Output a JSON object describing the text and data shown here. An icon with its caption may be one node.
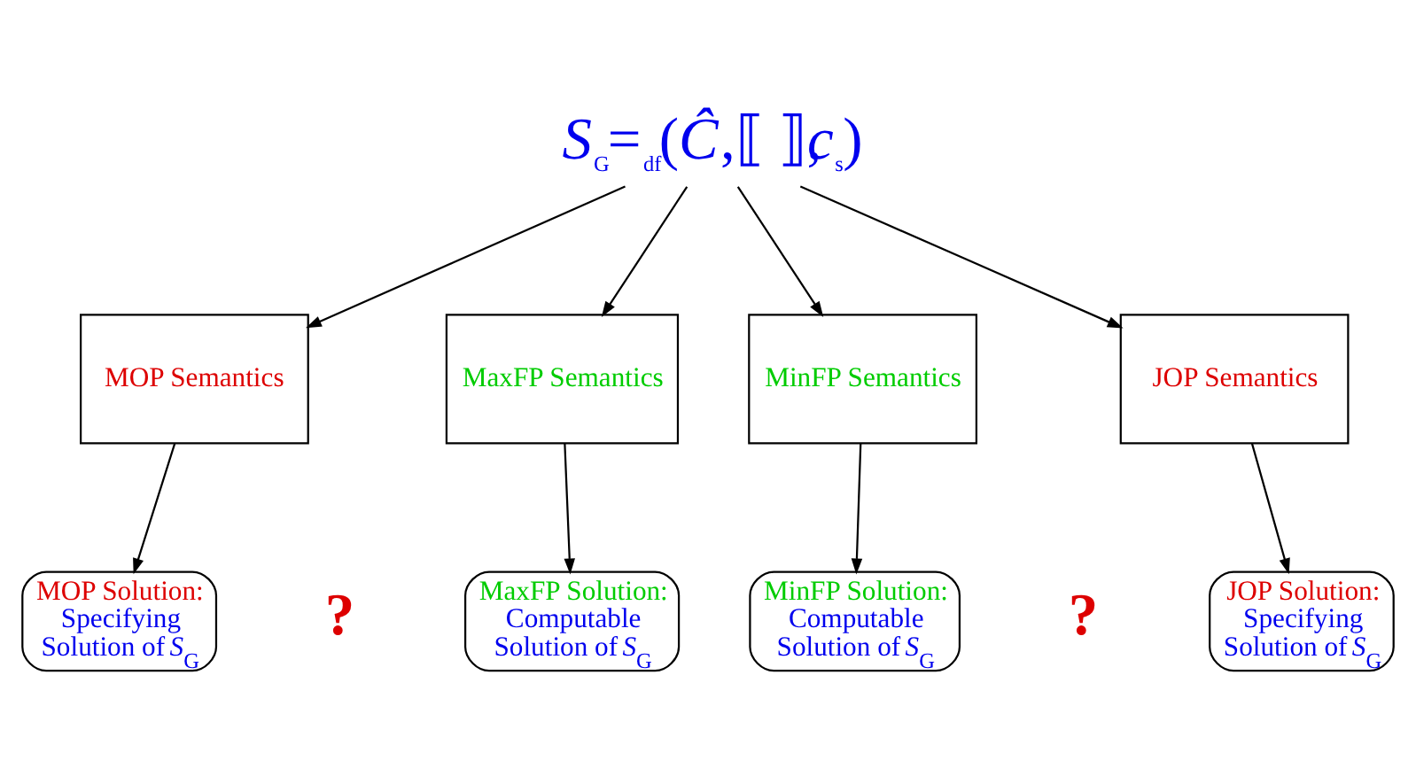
{
  "diagram": {
    "nodes": [
      {
        "text": [
          "*S*$_{G}$=$_{df}$(*Ĉ*,⟦ ⟧,*c*$_{s}$)"
        ]
      },
      {
        "text": [
          "MOP Semantics"
        ]
      },
      {
        "text": [
          "MaxFP Semantics"
        ]
      },
      {
        "text": [
          "MinFP Semantics"
        ]
      },
      {
        "text": [
          "JOP Semantics"
        ]
      },
      {
        "text": [
          "MOP Solution:",
          "Specifying Solution of *S*$_{G}$"
        ]
      },
      {
        "text": [
          "MaxFP Solution:",
          "Computable Solution of *S*$_{G}$"
        ]
      },
      {
        "text": [
          "MinFP Solution:",
          "Computable Solution of *S*$_{G}$"
        ]
      },
      {
        "text": [
          "JOP Solution:",
          "Specifying Solution of *S*$_{G}$"
        ]
      }
    ],
    "edges": [
      {
        "from": 0,
        "to": 1,
        "arrow": "to"
      },
      {
        "from": 0,
        "to": 2,
        "arrow": "to"
      },
      {
        "from": 0,
        "to": 3,
        "arrow": "to"
      },
      {
        "from": 0,
        "to": 4,
        "arrow": "to"
      },
      {
        "from": 1,
        "to": 5,
        "arrow": "to"
      },
      {
        "from": 2,
        "to": 6,
        "arrow": "to"
      },
      {
        "from": 3,
        "to": 7,
        "arrow": "to"
      },
      {
        "from": 4,
        "to": 8,
        "arrow": "to"
      }
    ],
    "labels": [
      "?",
      "?"
    ]
  }
}
